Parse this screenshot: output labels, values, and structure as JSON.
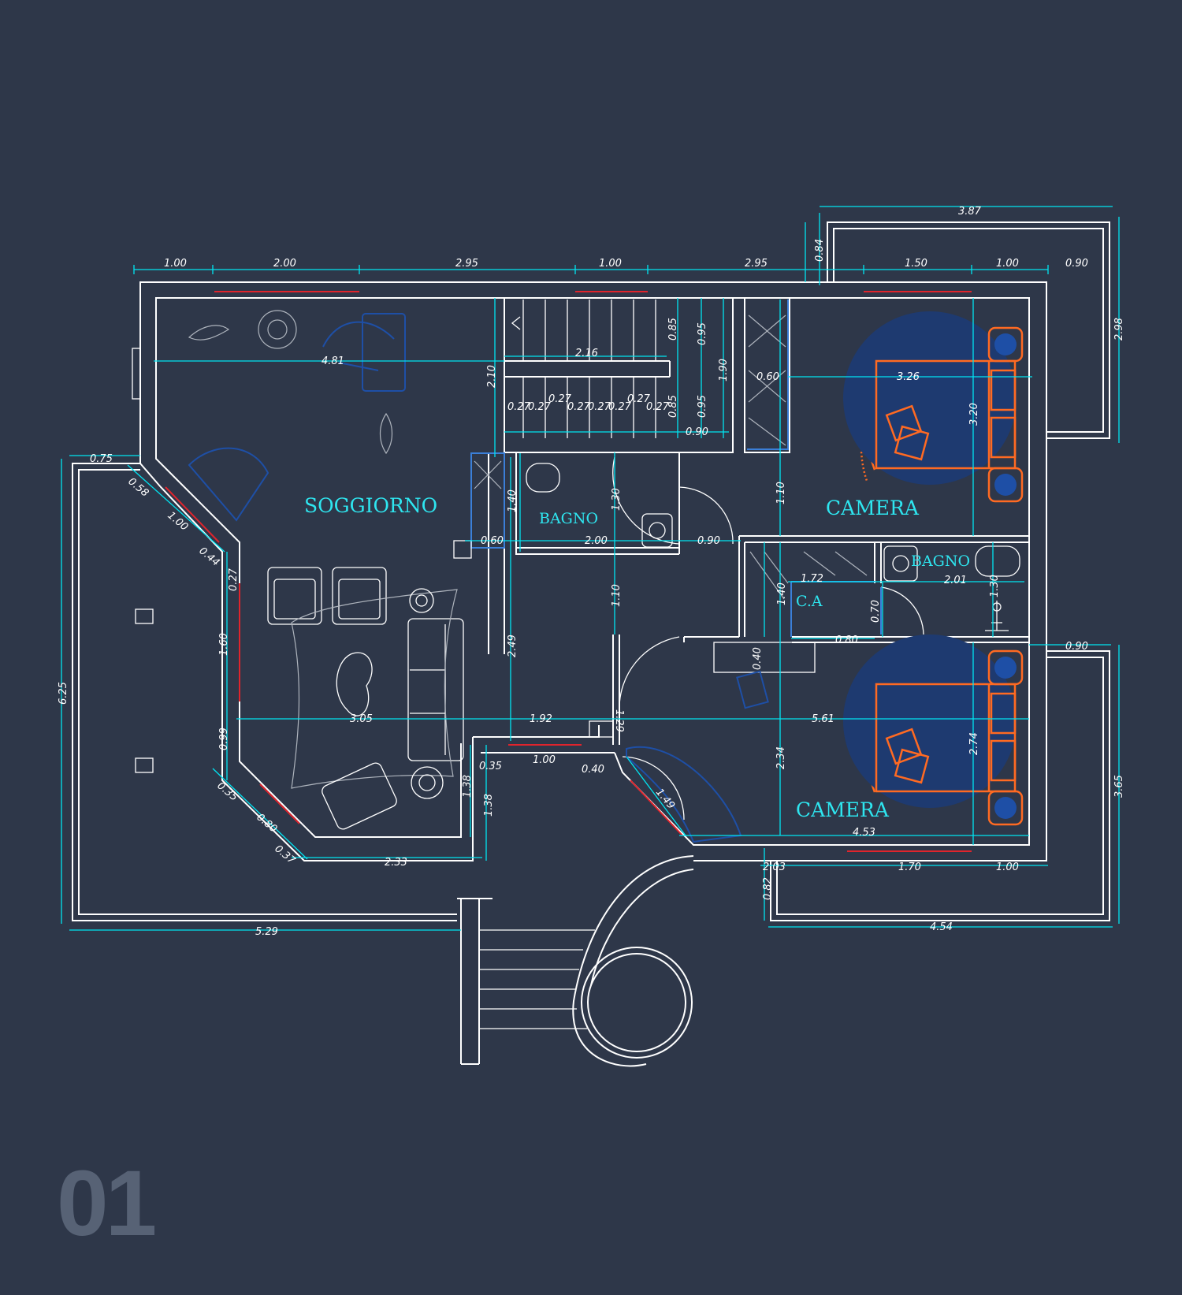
{
  "drawing": {
    "sheet_number": "01",
    "rooms": {
      "living": "SOGGIORNO",
      "bath_small": "BAGNO",
      "bedroom_top": "CAMERA",
      "bath_right": "BAGNO",
      "closet": "C.A",
      "bedroom_bottom": "CAMERA"
    },
    "dimensions": [
      "1.00",
      "2.00",
      "2.95",
      "1.00",
      "2.95",
      "1.50",
      "1.00",
      "0.90",
      "3.87",
      "0.84",
      "2.98",
      "4.81",
      "2.16",
      "2.10",
      "0.85",
      "0.95",
      "1.90",
      "0.60",
      "3.26",
      "3.20",
      "0.27",
      "0.27",
      "0.27",
      "0.27",
      "0.27",
      "0.27",
      "0.27",
      "0.27",
      "0.85",
      "0.95",
      "0.90",
      "0.75",
      "0.58",
      "1.00",
      "0.44",
      "0.27",
      "1.60",
      "0.99",
      "0.35",
      "0.80",
      "0.37",
      "2.33",
      "6.25",
      "1.40",
      "0.60",
      "1.30",
      "2.00",
      "0.90",
      "1.10",
      "1.10",
      "1.72",
      "1.40",
      "0.70",
      "0.80",
      "2.01",
      "1.30",
      "0.40",
      "0.90",
      "2.49",
      "1.92",
      "3.05",
      "1.29",
      "5.61",
      "2.34",
      "2.74",
      "1.38",
      "1.38",
      "0.35",
      "1.00",
      "0.40",
      "1.49",
      "4.53",
      "2.03",
      "1.70",
      "1.00",
      "0.82",
      "3.65",
      "4.54",
      "5.29"
    ]
  },
  "colors": {
    "background": "#2e3749",
    "wall": "#ffffff",
    "dimension": "#00e5f2",
    "window": "#e0242c",
    "rug": "#ff6a22",
    "furniture_blue": "#1e4fa6",
    "sheet_number": "#576275"
  }
}
